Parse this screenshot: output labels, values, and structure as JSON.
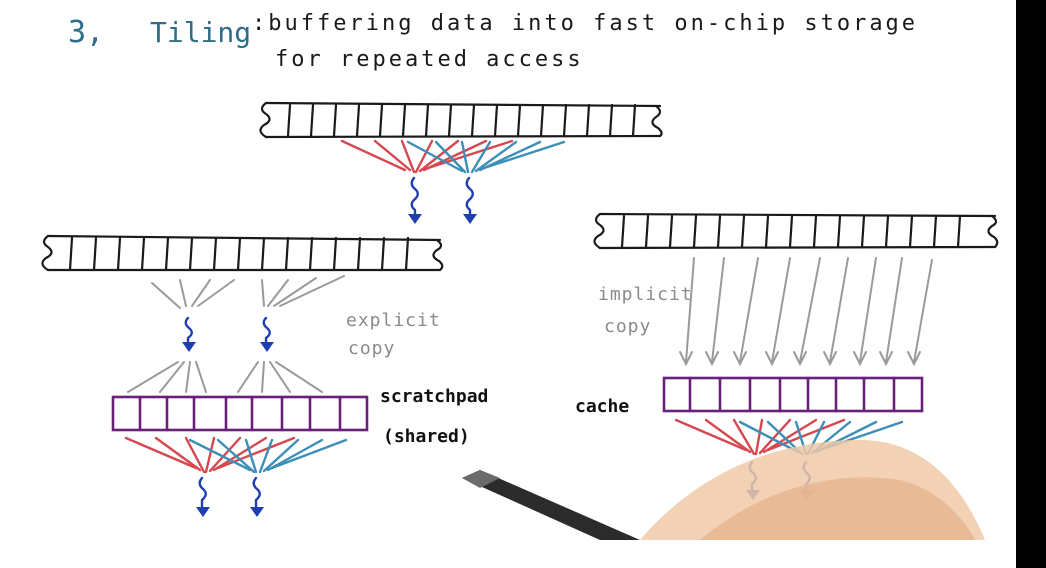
{
  "heading": {
    "number": "3,",
    "title": "Tiling",
    "description_line1": ":buffering data into fast on-chip storage",
    "description_line2": "for repeated access"
  },
  "labels": {
    "explicit_line1": "explicit",
    "explicit_line2": "copy",
    "implicit_line1": "implicit",
    "implicit_line2": "copy",
    "scratchpad_line1": "scratchpad",
    "scratchpad_line2": "(shared)",
    "cache": "cache"
  },
  "colors": {
    "heading_blue": "#2f6e8a",
    "memory_ink": "#1a1a1a",
    "fast_storage_purple": "#6a1f7a",
    "red_access": "#d5484f",
    "blue_access": "#3d8fb8",
    "thread_arrows": "#1f3fb0",
    "copy_lines": "#9a9a9a"
  }
}
